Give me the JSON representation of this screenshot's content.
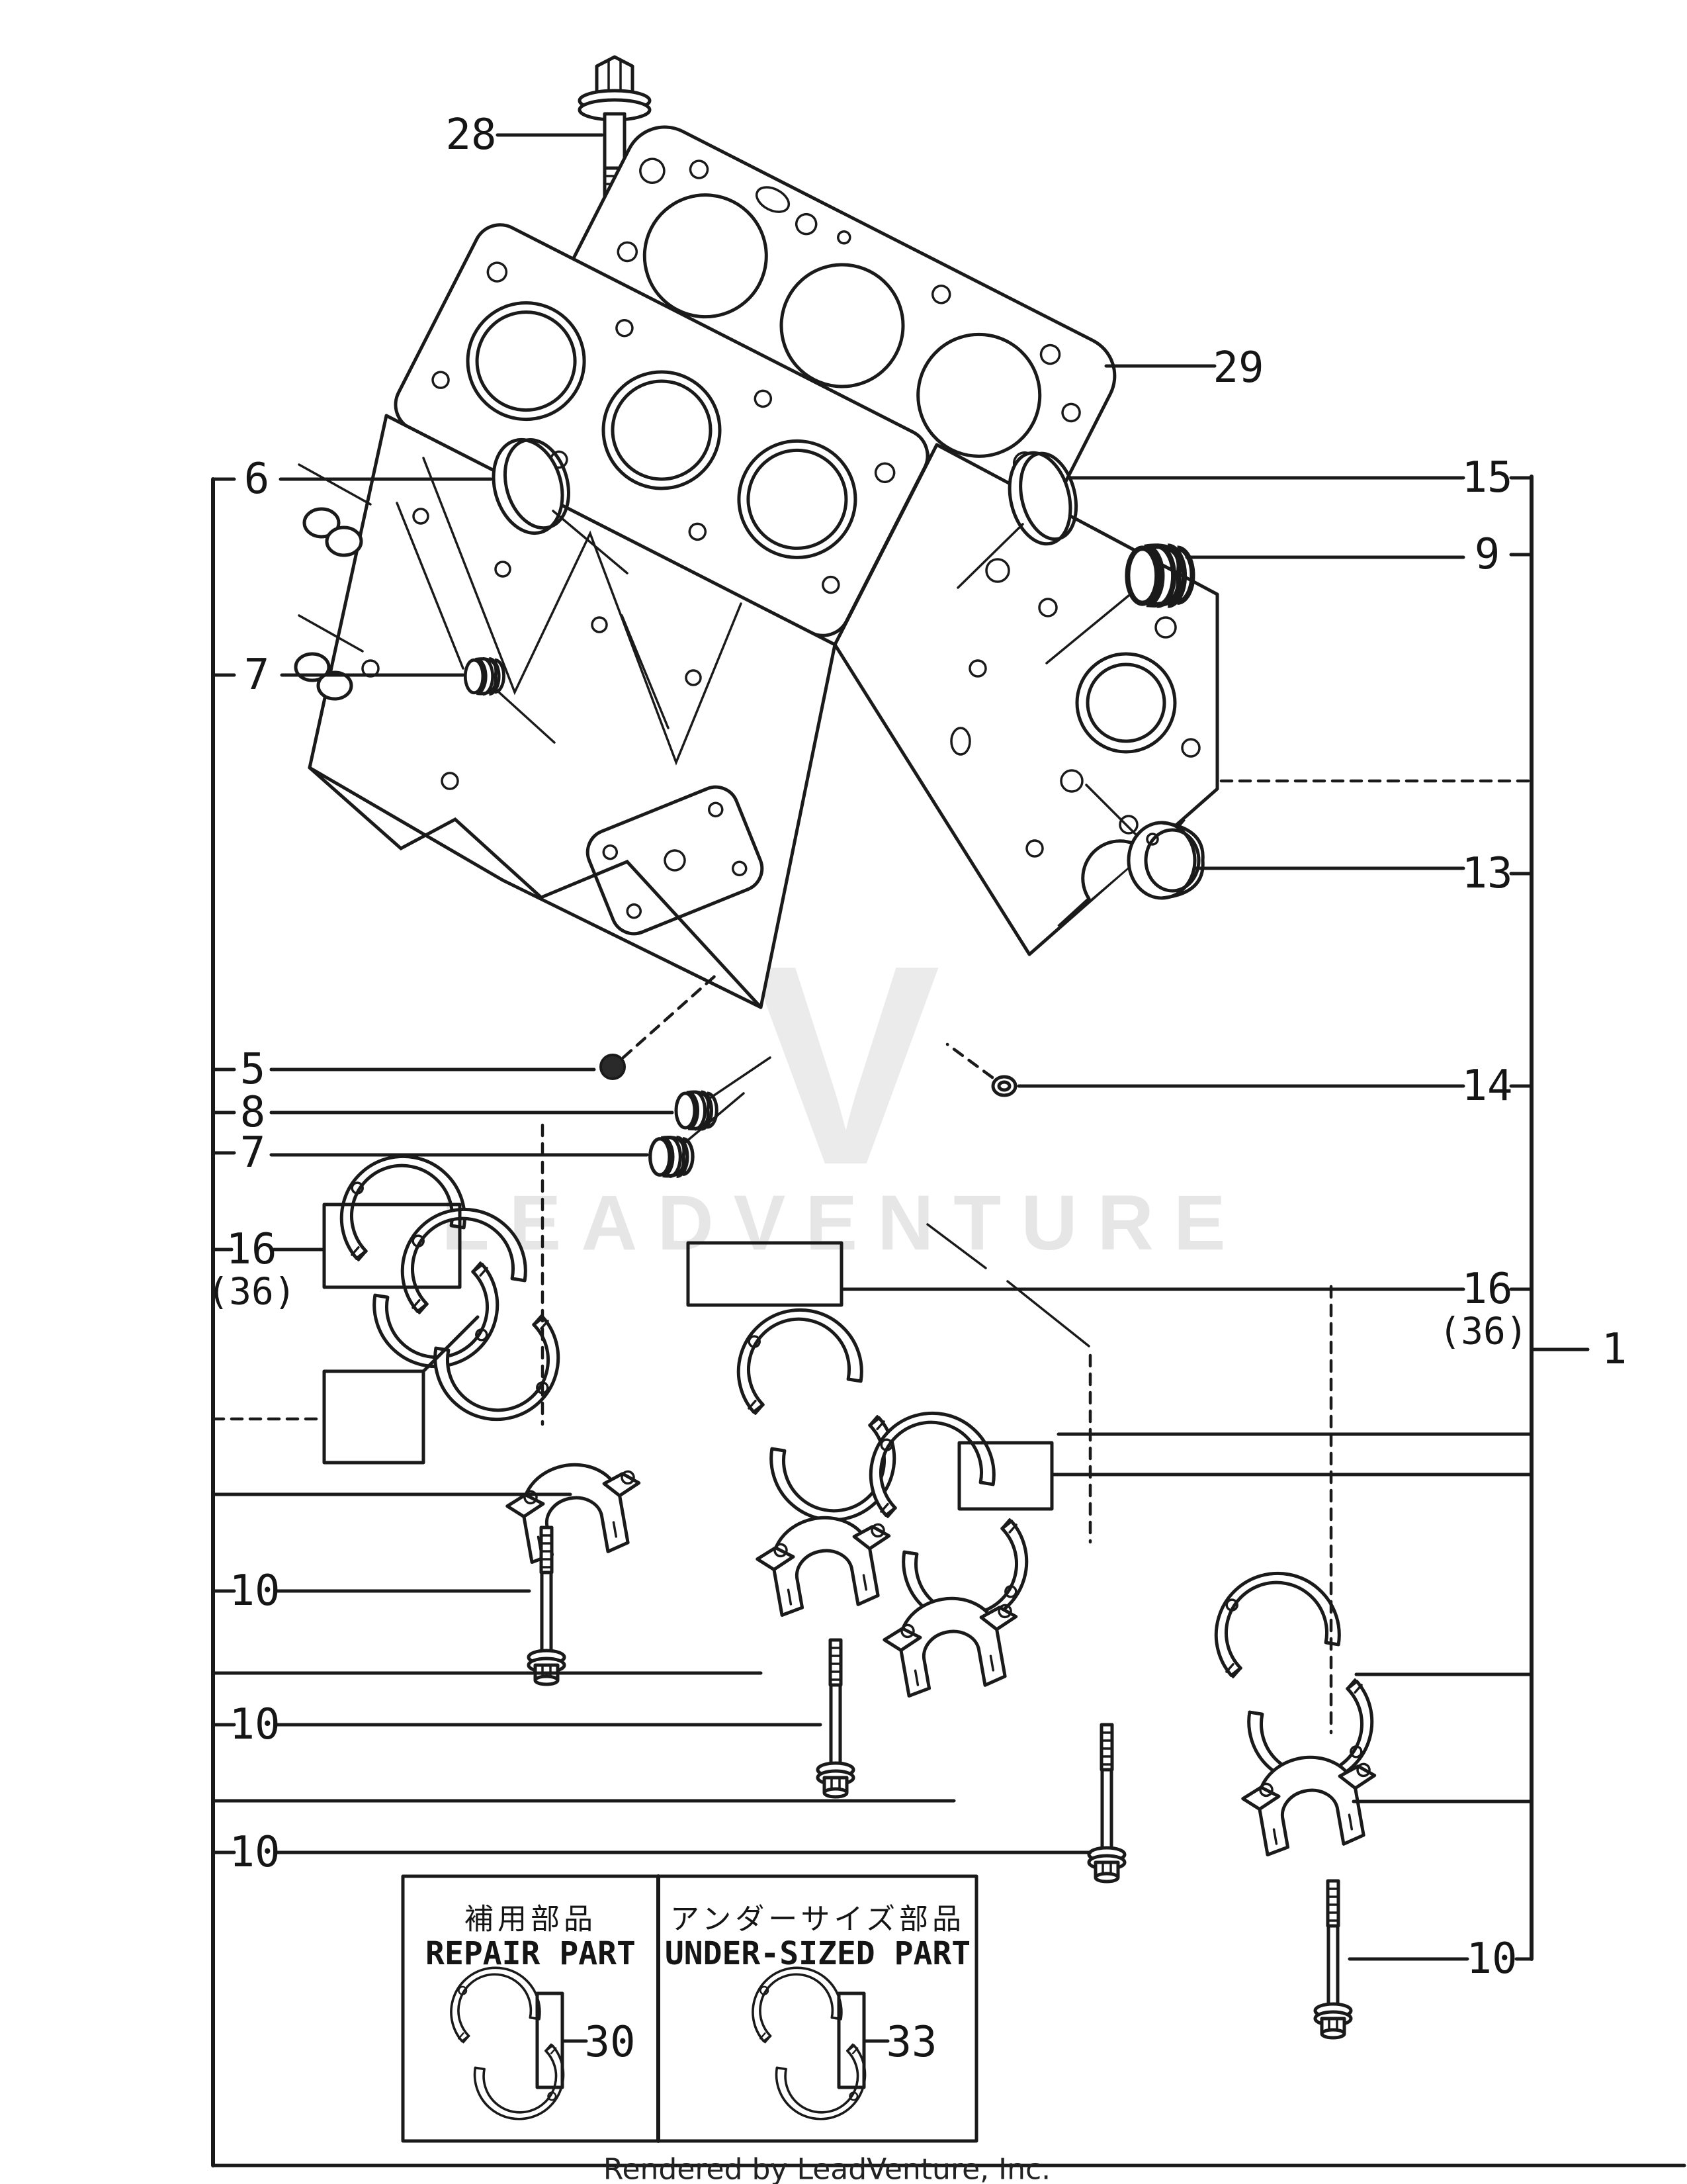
{
  "colors": {
    "background": "#ffffff",
    "line": "#1a1a1a",
    "watermark": "#d7d7d7"
  },
  "watermark": {
    "letter": "V",
    "text": "LEADVENTURE"
  },
  "footer": {
    "text": "Rendered by LeadVenture, Inc."
  },
  "callouts": {
    "c28": "28",
    "c29": "29",
    "c6": "6",
    "c7a": "7",
    "c5": "5",
    "c8": "8",
    "c7b": "7",
    "c16L": "16",
    "c36L": "(36)",
    "c10a": "10",
    "c10b": "10",
    "c10c": "10",
    "c15": "15",
    "c9": "9",
    "c13": "13",
    "c14": "14",
    "c16R": "16",
    "c36R": "(36)",
    "c1": "1",
    "c10d": "10",
    "c30": "30",
    "c33": "33"
  },
  "legend": {
    "repair_jp": "補用部品",
    "repair_en": "REPAIR PART",
    "undersized_jp": "アンダーサイズ部品",
    "undersized_en": "UNDER-SIZED PART"
  }
}
